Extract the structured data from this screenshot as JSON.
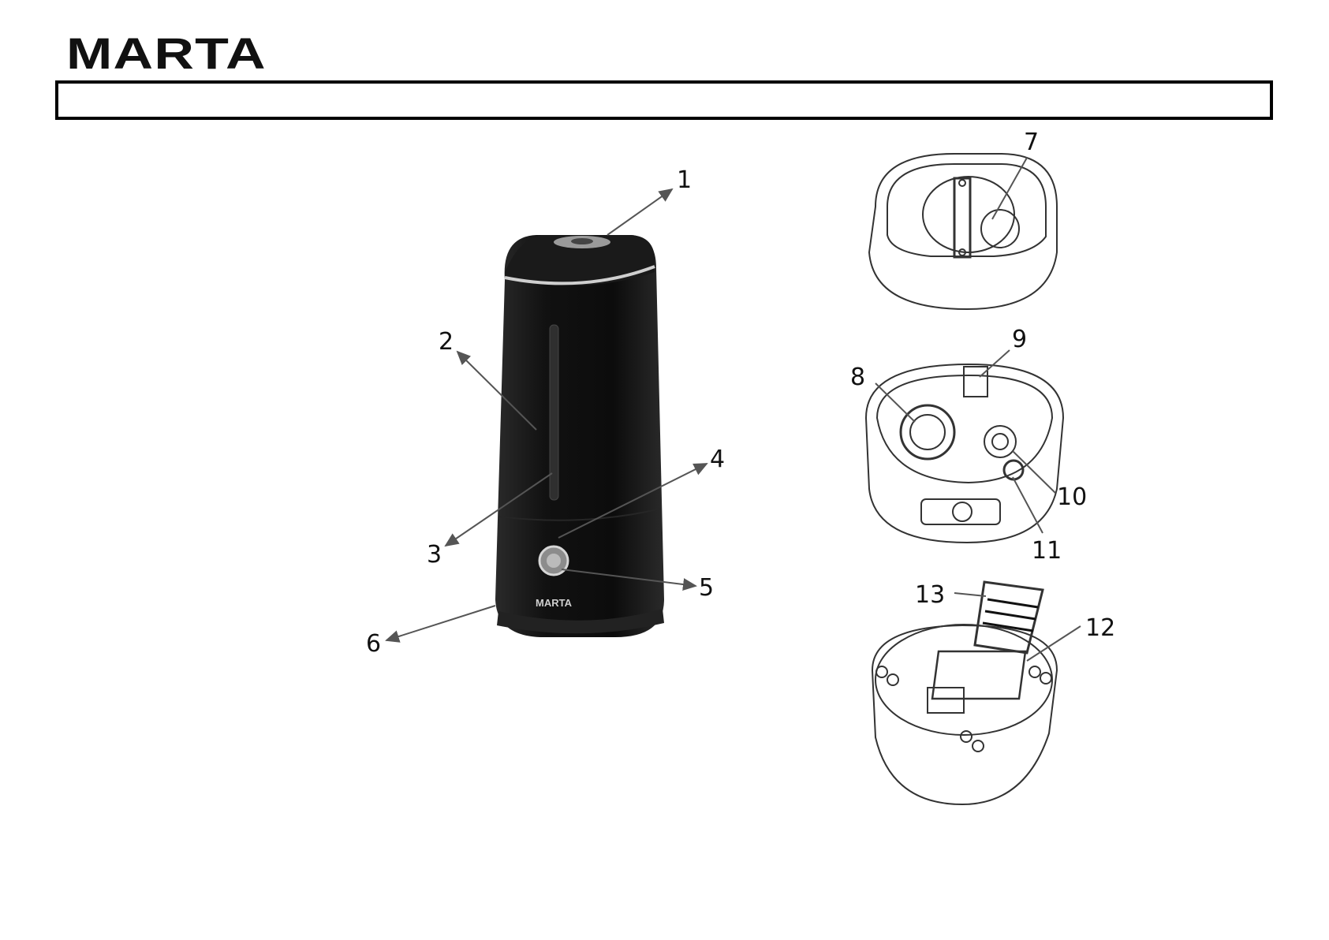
{
  "brand": {
    "logo_text": "MARTA",
    "device_logo": "MARTA"
  },
  "title_bar": {
    "text": ""
  },
  "callouts": [
    "1",
    "2",
    "3",
    "4",
    "5",
    "6",
    "7",
    "8",
    "9",
    "10",
    "11",
    "12",
    "13"
  ],
  "colors": {
    "body": "#141414",
    "accent": "#bfbfbf",
    "line": "#555555"
  }
}
